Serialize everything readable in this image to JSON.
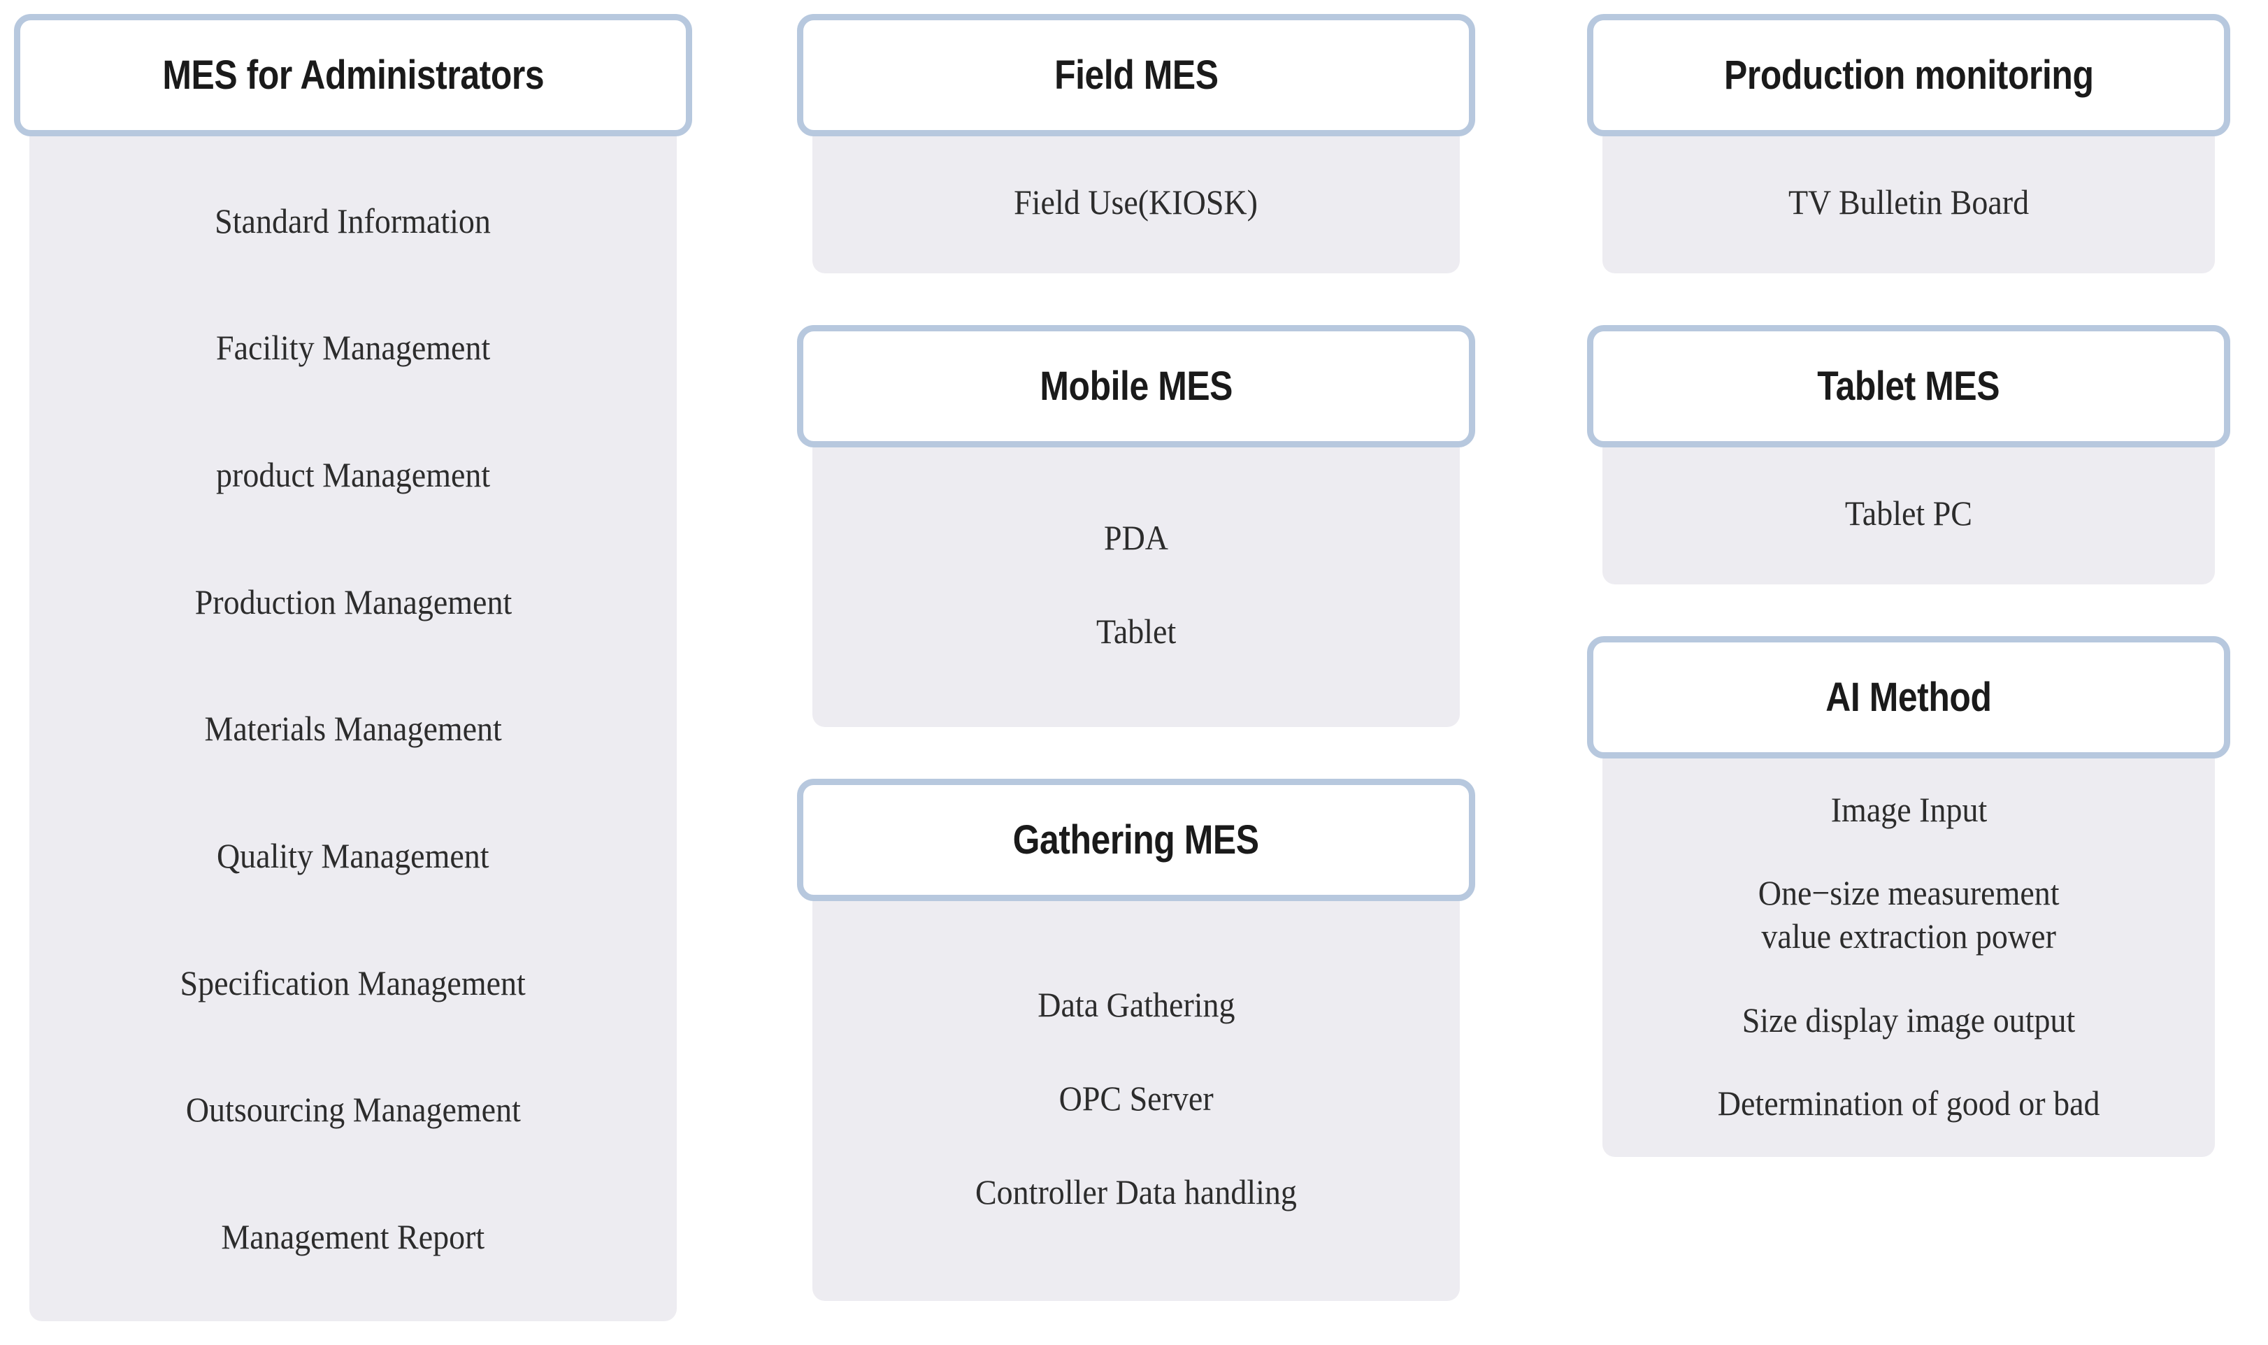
{
  "theme": {
    "page_background": "#ffffff",
    "header_border_color": "#b7c8de",
    "header_background": "#ffffff",
    "body_panel_background": "#edecf1",
    "header_text_color": "#1a1a1a",
    "body_text_color": "#2c2c2c"
  },
  "columns": [
    {
      "id": "column-1",
      "groups": [
        {
          "id": "mes-for-administrators",
          "title": "MES for Administrators",
          "items": [
            "Standard Information",
            "Facility Management",
            "product Management",
            "Production Management",
            "Materials Management",
            "Quality Management",
            "Specification Management",
            "Outsourcing Management",
            "Management Report"
          ]
        }
      ]
    },
    {
      "id": "column-2",
      "groups": [
        {
          "id": "field-mes",
          "title": "Field MES",
          "items": [
            "Field Use(KIOSK)"
          ]
        },
        {
          "id": "mobile-mes",
          "title": "Mobile MES",
          "items": [
            "PDA",
            "Tablet"
          ]
        },
        {
          "id": "gathering-mes",
          "title": "Gathering MES",
          "items": [
            "Data Gathering",
            "OPC Server",
            "Controller Data handling"
          ]
        }
      ]
    },
    {
      "id": "column-3",
      "groups": [
        {
          "id": "production-monitoring",
          "title": "Production monitoring",
          "items": [
            "TV Bulletin Board"
          ]
        },
        {
          "id": "tablet-mes",
          "title": "Tablet MES",
          "items": [
            "Tablet PC"
          ]
        },
        {
          "id": "ai-method",
          "title": "AI Method",
          "items": [
            "Image Input",
            "One−size measurement\nvalue extraction power",
            "Size display image output",
            "Determination of good or bad"
          ]
        }
      ]
    }
  ]
}
